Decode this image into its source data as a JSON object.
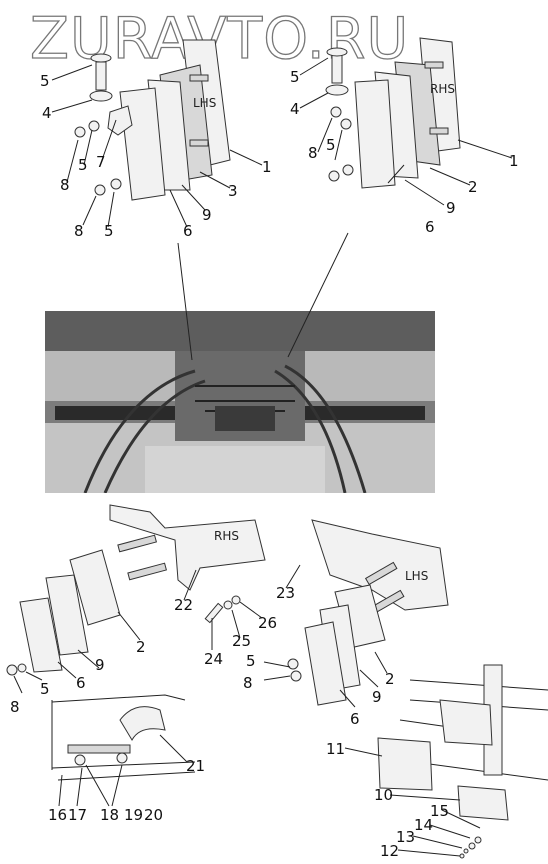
{
  "watermark": "ZURAVTO.RU",
  "side_labels": {
    "lhs_top": "LHS",
    "rhs_top": "RHS",
    "rhs_bottom": "RHS",
    "lhs_bottom": "LHS"
  },
  "callouts": {
    "a5": "5",
    "a4": "4",
    "a8a": "8",
    "a5b": "5",
    "a7": "7",
    "a8b": "8",
    "a5c": "5",
    "a6": "6",
    "a9": "9",
    "a3": "3",
    "a1": "1",
    "b5": "5",
    "b4": "4",
    "b8": "8",
    "b5b": "5",
    "b6": "6",
    "b9": "9",
    "b2": "2",
    "b1": "1",
    "c22": "22",
    "c23": "23",
    "c2": "2",
    "c9": "9",
    "c6": "6",
    "c5": "5",
    "c8": "8",
    "c24": "24",
    "c25": "25",
    "c26": "26",
    "d5": "5",
    "d8": "8",
    "d6": "6",
    "d9": "9",
    "d2": "2",
    "e21": "21",
    "e16": "16",
    "e17": "17",
    "e18": "18",
    "e19": "19",
    "e20": "20",
    "f11": "11",
    "f10": "10",
    "f15": "15",
    "f14": "14",
    "f13": "13",
    "f12": "12"
  },
  "colors": {
    "line": "#222222",
    "photo_bg": "#9a9a9a",
    "watermark": "#777777"
  }
}
